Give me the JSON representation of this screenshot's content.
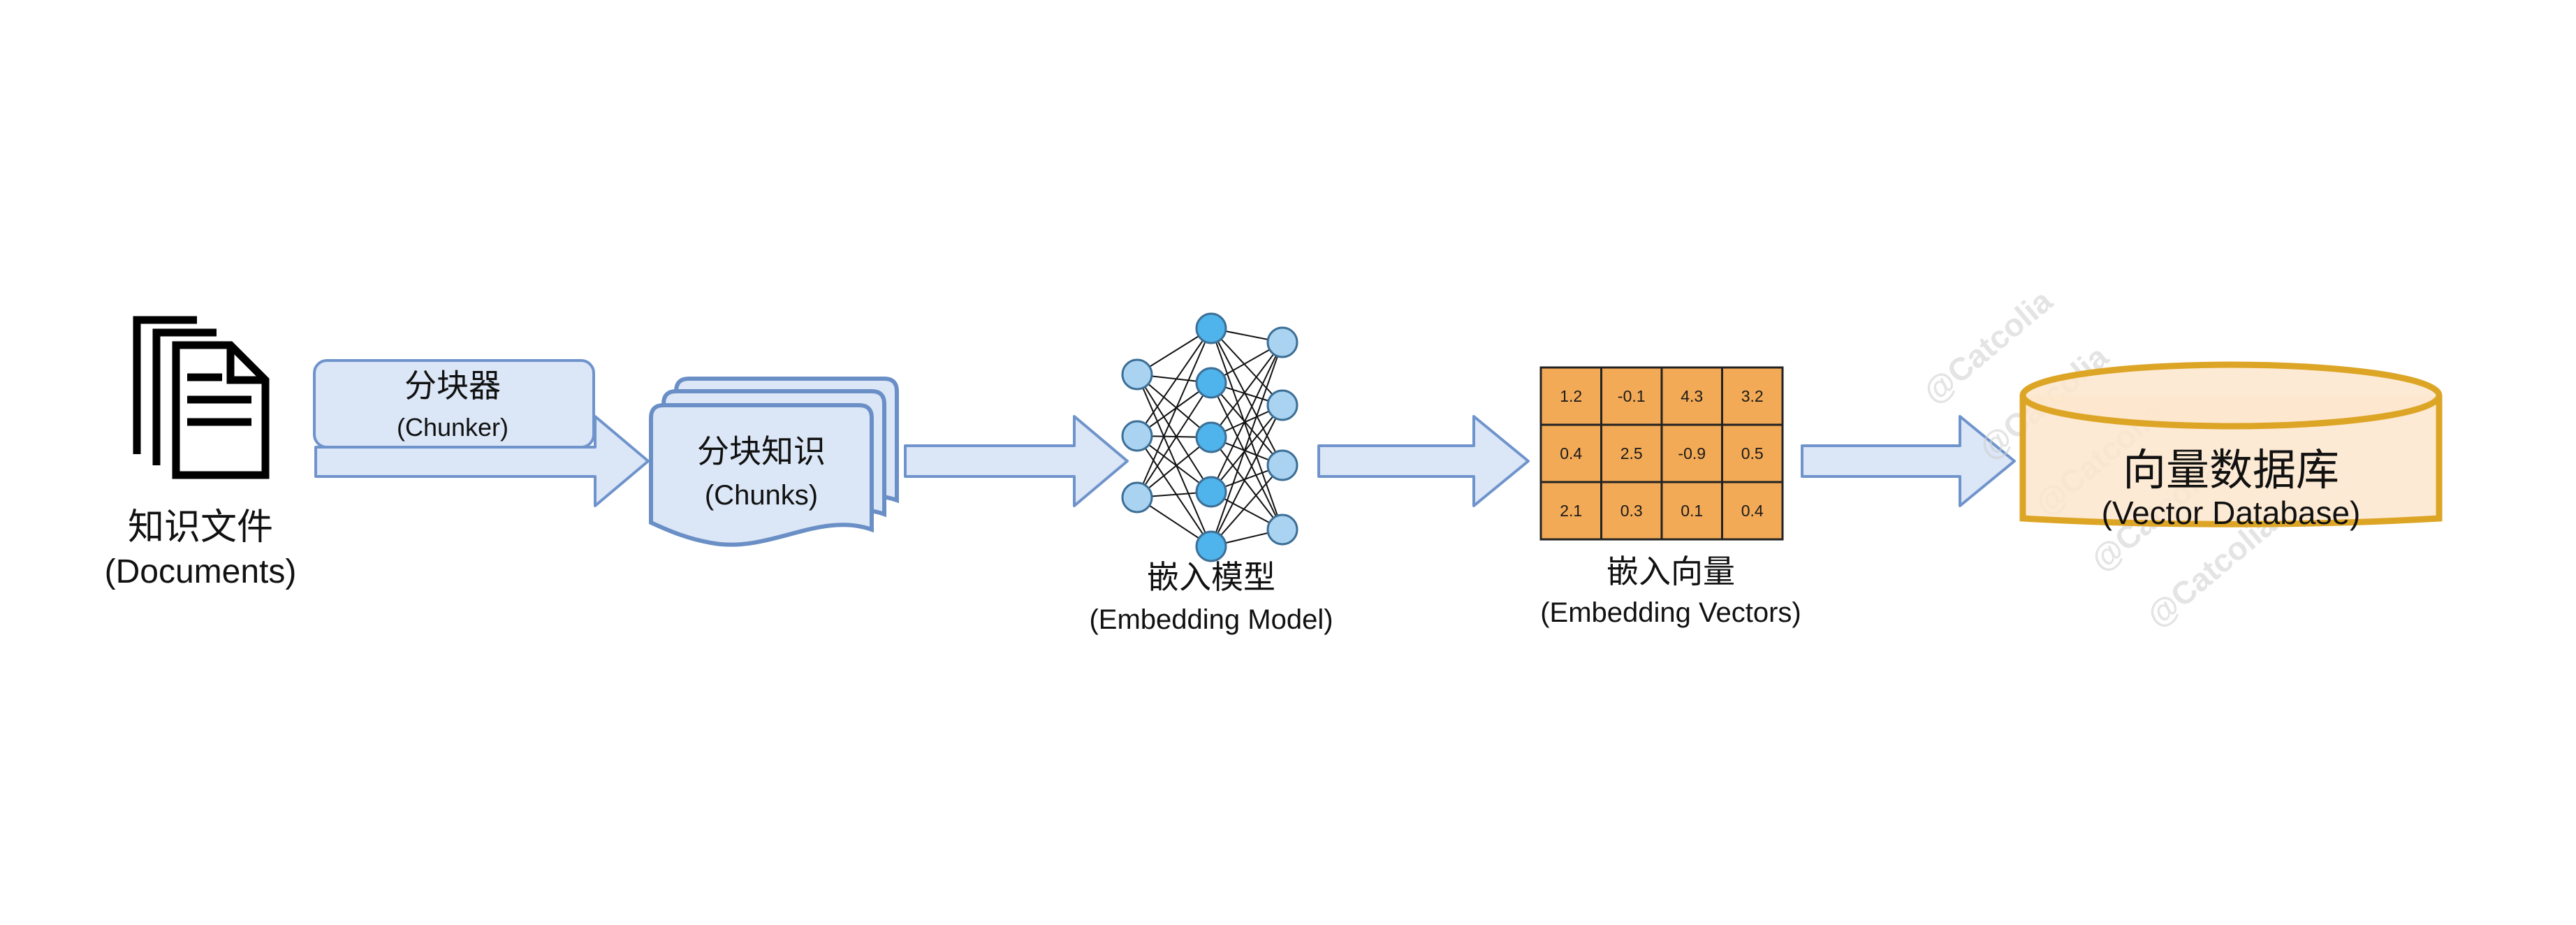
{
  "colors": {
    "arrow_fill": "#dbe6f6",
    "arrow_stroke": "#6f94cc",
    "chunk_fill": "#dbe6f6",
    "chunk_stroke": "#6a8fc6",
    "neuron_hidden": "#4fb4ec",
    "neuron_io": "#a9d3f1",
    "matrix_fill": "#f3aa56",
    "matrix_stroke": "#222222",
    "db_fill": "#fde6cd",
    "db_stroke": "#dda526"
  },
  "icons": {
    "documents": "documents-icon",
    "network": "neural-network-icon",
    "database": "database-cylinder-icon"
  },
  "documents": {
    "title": "知识文件",
    "subtitle": "(Documents)"
  },
  "chunker": {
    "title": "分块器",
    "subtitle": "(Chunker)"
  },
  "chunks": {
    "title": "分块知识",
    "subtitle": "(Chunks)"
  },
  "model": {
    "title": "嵌入模型",
    "subtitle": "(Embedding Model)"
  },
  "vectors": {
    "title": "嵌入向量",
    "subtitle": "(Embedding Vectors)",
    "rows": [
      [
        "1.2",
        "-0.1",
        "4.3",
        "3.2"
      ],
      [
        "0.4",
        "2.5",
        "-0.9",
        "0.5"
      ],
      [
        "2.1",
        "0.3",
        "0.1",
        "0.4"
      ]
    ]
  },
  "database": {
    "title": "向量数据库",
    "subtitle": "(Vector Database)"
  },
  "watermark": {
    "text": "@Catcolia"
  }
}
